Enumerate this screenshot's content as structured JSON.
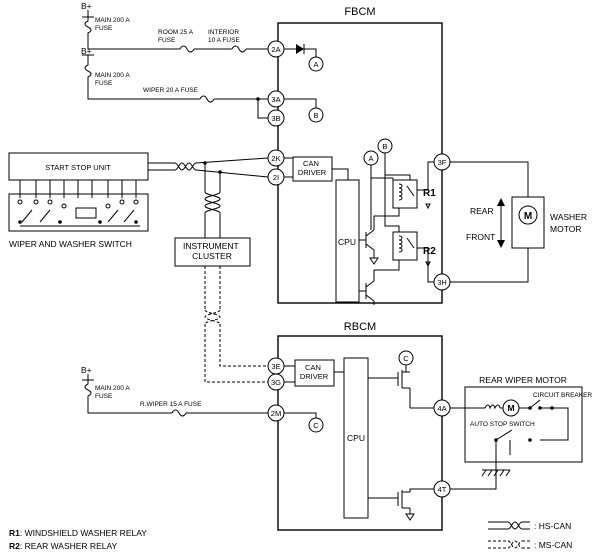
{
  "supply": {
    "b_plus": "B+",
    "main_fuse_1": [
      "MAIN 200 A",
      "FUSE"
    ],
    "main_fuse_2": [
      "MAIN 200 A",
      "FUSE"
    ],
    "main_fuse_3": [
      "MAIN 200 A",
      "FUSE"
    ],
    "room_fuse": [
      "ROOM 25 A",
      "FUSE"
    ],
    "interior_fuse": [
      "INTERIOR",
      "10 A FUSE"
    ],
    "wiper_fuse": "WIPER 20 A FUSE",
    "rwiper_fuse": "R.WIPER 15 A FUSE"
  },
  "fbcm": {
    "title": "FBCM",
    "can_driver": [
      "CAN",
      "DRIVER"
    ],
    "cpu": "CPU",
    "relay_1": "R1",
    "relay_2": "R2",
    "pins": [
      "2A",
      "3A",
      "3B",
      "2K",
      "2I",
      "3F",
      "3H"
    ]
  },
  "rbcm": {
    "title": "RBCM",
    "can_driver": [
      "CAN",
      "DRIVER"
    ],
    "cpu": "CPU",
    "pins": [
      "3E",
      "3G",
      "2M",
      "4A",
      "4T"
    ]
  },
  "connectors": {
    "a": "A",
    "b": "B",
    "c": "C"
  },
  "start_stop_unit": "START STOP UNIT",
  "wiper_switch": "WIPER AND WASHER SWITCH",
  "instrument_cluster": [
    "INSTRUMENT",
    "CLUSTER"
  ],
  "washer_motor": {
    "label": [
      "WASHER",
      "MOTOR"
    ],
    "symbol": "M",
    "rear": "REAR",
    "front": "FRONT"
  },
  "rear_wiper_motor": {
    "title": "REAR WIPER MOTOR",
    "circuit_breaker": "CIRCUIT BREAKER",
    "auto_stop_switch": "AUTO STOP SWITCH",
    "symbol": "M"
  },
  "legend": {
    "r1_code": "R1",
    "r1_text": ": WINDSHIELD WASHER RELAY",
    "r2_code": "R2",
    "r2_text": ": REAR WASHER RELAY",
    "hs_can": ": HS-CAN",
    "ms_can": ": MS-CAN"
  }
}
